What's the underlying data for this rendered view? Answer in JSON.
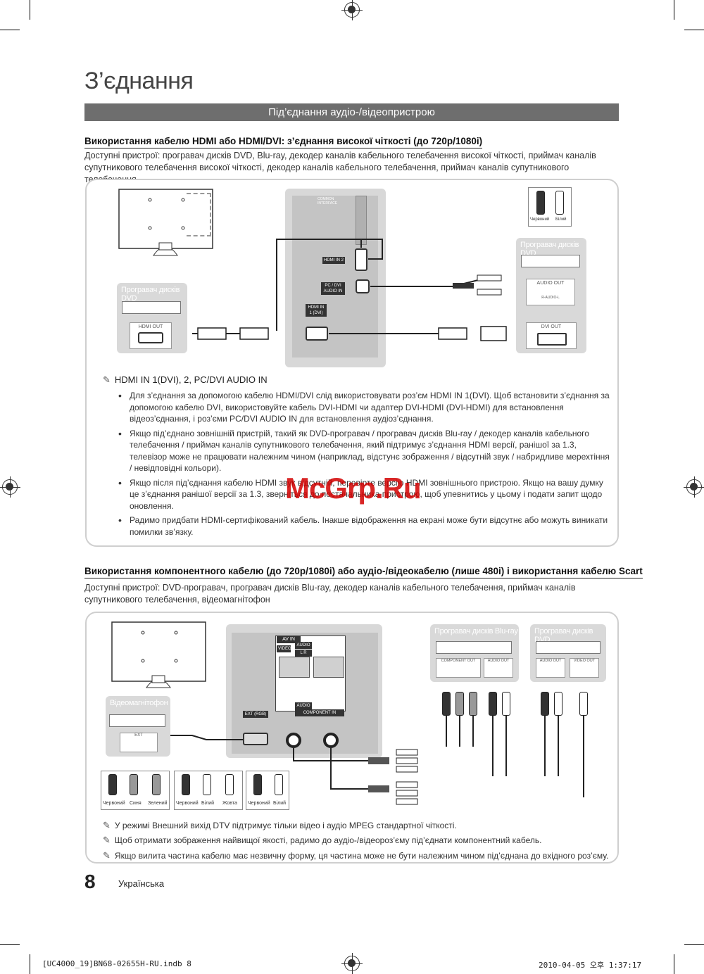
{
  "page": {
    "title": "З’єднання",
    "section_bar": "Під’єднання аудіо-/відеопристрою",
    "page_number": "8",
    "language": "Українська",
    "watermark": "McGrp.Ru"
  },
  "section1": {
    "heading": "Використання кабелю HDMI або HDMI/DVI: з’єднання високої чіткості (до 720p/1080i)",
    "available_devices": "Доступні пристрої: програвач дисків DVD, Blu-ray, декодер каналів кабельного телебачення високої чіткості, приймач каналів супутникового телебачення високої чіткості, декодер каналів кабельного телебачення, приймач каналів супутникового телебачення",
    "diagram": {
      "common_interface": "COMMON INTERFACE",
      "hdmi_in_2": "HDMI IN 2",
      "pc_dvi_audio_in": "PC / DVI AUDIO IN",
      "hdmi_in_1_dvi": "HDMI IN 1 (DVI)",
      "left_device_title": "Програвач дисків DVD",
      "left_device_port": "HDMI OUT",
      "right_device_title": "Програвач дисків DVD",
      "right_audio_out": "AUDIO OUT",
      "right_audio_sub": "R-AUDIO-L",
      "right_dvi_out": "DVI OUT",
      "cable_red": "Червоний",
      "cable_white": "Білий"
    },
    "note_heading": "HDMI IN 1(DVI), 2, PC/DVI AUDIO IN",
    "bullets": [
      "Для з’єднання за допомогою кабелю HDMI/DVI слід використовувати роз’єм HDMI IN 1(DVI). Щоб встановити з’єднання за допомогою кабелю DVI, використовуйте кабель DVI-HDMI чи адаптер DVI-HDMI (DVI-HDMI) для встановлення відеоз’єднання, і роз’єми PC/DVI AUDIO IN для встановлення аудіоз’єднання.",
      "Якщо під’єднано зовнішній пристрій, такий як DVD-програвач / програвач дисків Blu-ray / декодер каналів кабельного телебачення / приймач каналів супутникового телебачення, який підтримує з’єднання HDMI версії, ранішої за 1.3, телевізор може не працювати належним чином (наприклад, відстунє зображення / відсутній звук / набридливе мерехтіння / невідповідні кольори).",
      "Якщо після під’єднання кабелю HDMI звук відсутній, перевірте версію HDMI зовнішнього пристрою. Якщо на вашу думку це з’єднання ранішої версії за 1.3, зверніться до постачальника пристрою, щоб упевнитись у цьому і подати запит щодо оновлення.",
      "Радимо придбати HDMI-сертифікований кабель. Інакше відображення на екрані може бути відсутнє або можуть виникати помилки зв’язку."
    ]
  },
  "section2": {
    "heading": "Використання компонентного кабелю (до 720p/1080i) або аудіо-/відеокабелю (лише 480i) і використання кабелю Scart",
    "available_devices": "Доступні пристрої: DVD-програвач, програвач дисків Blu-ray, декодер каналів кабельного телебачення, приймач каналів супутникового телебачення, відеомагнітофон",
    "diagram": {
      "av_in": "AV IN",
      "video": "VIDEO",
      "audio": "AUDIO",
      "l_r": "L R",
      "component_in": "COMPONENT IN",
      "ext_rgb": "EXT (RGB)",
      "vcr_title": "Відеомагнітофон",
      "vcr_port": "EXT",
      "bluray_title": "Програвач дисків Blu-ray",
      "bluray_component_out": "COMPONENT OUT",
      "bluray_audio_out": "AUDIO OUT",
      "dvd_title": "Програвач дисків DVD",
      "dvd_audio_out": "AUDIO OUT",
      "dvd_video_out": "VIDEO OUT",
      "group1": [
        "Червоний",
        "Синя",
        "Зелений"
      ],
      "group2": [
        "Червоний",
        "Білий",
        "Жовта"
      ],
      "group3": [
        "Червоний",
        "Білий"
      ]
    },
    "notes": [
      "У режимі Внешний вихід DTV підтримує тільки відео і аудіо MPEG стандартної чіткості.",
      "Щоб отримати зображення найвищої якості, радимо до аудіо-/відеороз’єму під’єднати компонентний кабель.",
      "Якщо вилита частина кабелю має незвичну форму, ця частина може не бути належним чином під’єднана до вхідного роз’єму."
    ]
  },
  "footer": {
    "file": "[UC4000_19]BN68-02655H-RU.indb   8",
    "date": "2010-04-05   오후 1:37:17"
  },
  "colors": {
    "bar": "#6e6e6e",
    "panel_border": "#cfcfcf",
    "watermark": "#d20000"
  }
}
